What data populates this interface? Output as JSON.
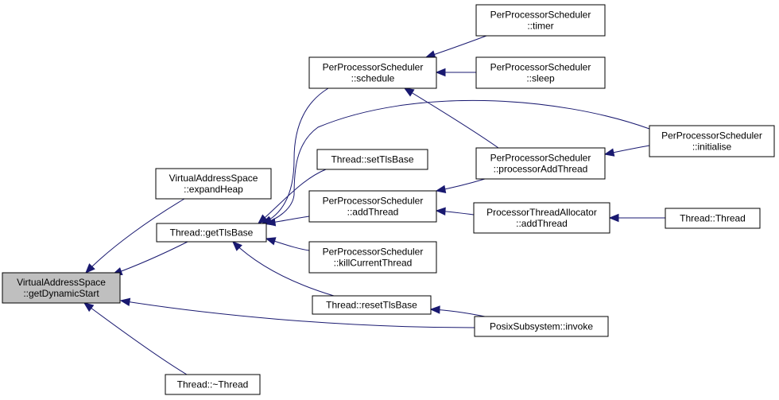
{
  "graph": {
    "nodes": [
      {
        "id": "getDynamicStart",
        "lines": [
          "VirtualAddressSpace",
          "::getDynamicStart"
        ],
        "highlighted": true
      },
      {
        "id": "expandHeap",
        "lines": [
          "VirtualAddressSpace",
          "::expandHeap"
        ]
      },
      {
        "id": "getTlsBase",
        "lines": [
          "Thread::getTlsBase"
        ]
      },
      {
        "id": "threadDtor",
        "lines": [
          "Thread::~Thread"
        ]
      },
      {
        "id": "schedule",
        "lines": [
          "PerProcessorScheduler",
          "::schedule"
        ]
      },
      {
        "id": "setTlsBase",
        "lines": [
          "Thread::setTlsBase"
        ]
      },
      {
        "id": "ppsAddThread",
        "lines": [
          "PerProcessorScheduler",
          "::addThread"
        ]
      },
      {
        "id": "killCurrentThread",
        "lines": [
          "PerProcessorScheduler",
          "::killCurrentThread"
        ]
      },
      {
        "id": "resetTlsBase",
        "lines": [
          "Thread::resetTlsBase"
        ]
      },
      {
        "id": "timer",
        "lines": [
          "PerProcessorScheduler",
          "::timer"
        ]
      },
      {
        "id": "sleep",
        "lines": [
          "PerProcessorScheduler",
          "::sleep"
        ]
      },
      {
        "id": "processorAddThread",
        "lines": [
          "PerProcessorScheduler",
          "::processorAddThread"
        ]
      },
      {
        "id": "ptaAddThread",
        "lines": [
          "ProcessorThreadAllocator",
          "::addThread"
        ]
      },
      {
        "id": "invoke",
        "lines": [
          "PosixSubsystem::invoke"
        ]
      },
      {
        "id": "initialise",
        "lines": [
          "PerProcessorScheduler",
          "::initialise"
        ]
      },
      {
        "id": "threadCtor",
        "lines": [
          "Thread::Thread"
        ]
      }
    ],
    "edges": [
      {
        "from": "expandHeap",
        "to": "getDynamicStart"
      },
      {
        "from": "getTlsBase",
        "to": "getDynamicStart"
      },
      {
        "from": "invoke",
        "to": "getDynamicStart"
      },
      {
        "from": "threadDtor",
        "to": "getDynamicStart"
      },
      {
        "from": "schedule",
        "to": "getTlsBase"
      },
      {
        "from": "initialise",
        "to": "getTlsBase"
      },
      {
        "from": "setTlsBase",
        "to": "getTlsBase"
      },
      {
        "from": "ppsAddThread",
        "to": "getTlsBase"
      },
      {
        "from": "killCurrentThread",
        "to": "getTlsBase"
      },
      {
        "from": "resetTlsBase",
        "to": "getTlsBase"
      },
      {
        "from": "timer",
        "to": "schedule"
      },
      {
        "from": "sleep",
        "to": "schedule"
      },
      {
        "from": "processorAddThread",
        "to": "schedule"
      },
      {
        "from": "initialise",
        "to": "processorAddThread"
      },
      {
        "from": "processorAddThread",
        "to": "ppsAddThread"
      },
      {
        "from": "ptaAddThread",
        "to": "ppsAddThread"
      },
      {
        "from": "threadCtor",
        "to": "ptaAddThread"
      },
      {
        "from": "invoke",
        "to": "resetTlsBase"
      }
    ]
  },
  "colors": {
    "edge": "#191970",
    "node_border": "#000000",
    "node_fill": "#ffffff",
    "highlight_fill": "#bfbfbf"
  }
}
